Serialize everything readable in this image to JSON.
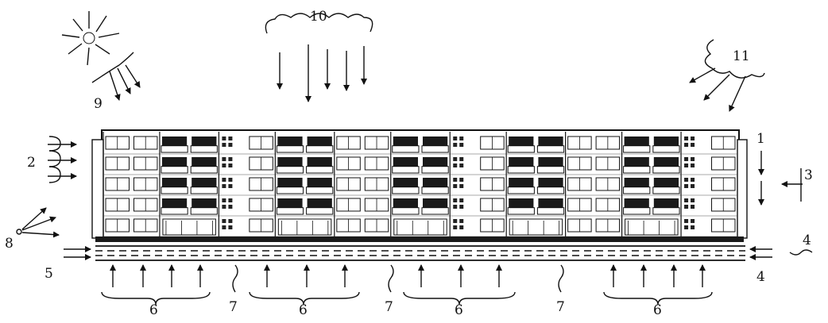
{
  "diagram": {
    "labels": {
      "l1": "1",
      "l2": "2",
      "l3": "3",
      "l4a": "4",
      "l4b": "4",
      "l5": "5",
      "l6a": "6",
      "l6b": "6",
      "l6c": "6",
      "l6d": "6",
      "l7a": "7",
      "l7b": "7",
      "l7c": "7",
      "l8": "8",
      "l9": "9",
      "l10": "10",
      "l11": "11"
    },
    "building": {
      "floors": 5,
      "sections": [
        "plain",
        "balcony",
        "plain",
        "balcony",
        "plain",
        "balcony",
        "plain",
        "balcony",
        "plain",
        "balcony",
        "plain"
      ]
    },
    "icons": [
      "sun-icon",
      "rain-cloud-icon",
      "wind-icon",
      "noise-source-icon"
    ]
  }
}
